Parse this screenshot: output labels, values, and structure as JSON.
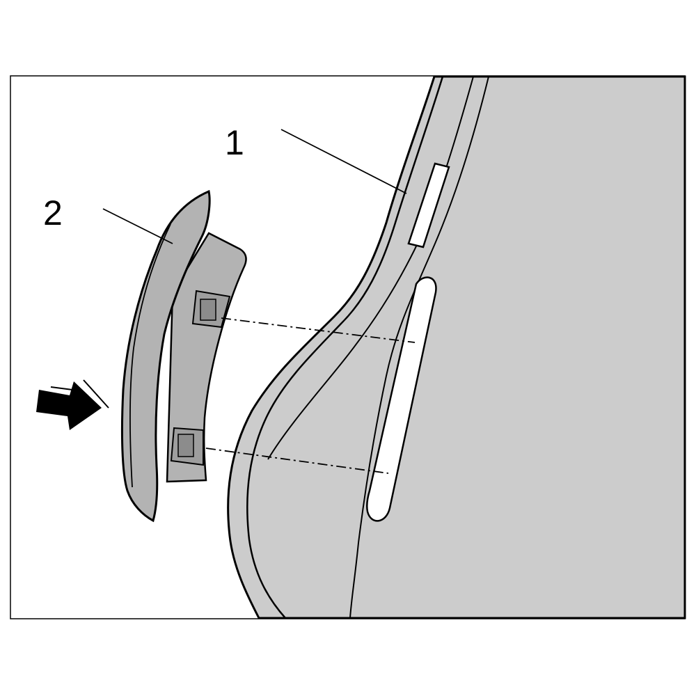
{
  "diagram": {
    "callouts": [
      {
        "id": "1",
        "label": "1",
        "target": "slot-on-panel"
      },
      {
        "id": "2",
        "label": "2",
        "target": "clip-cover"
      }
    ],
    "arrow": {
      "direction": "right",
      "icon": "push-arrow-icon"
    },
    "colors": {
      "line": "#000000",
      "panel_fill": "#cccccc",
      "part_fill": "#b3b3b3",
      "part_dark": "#9e9e9e",
      "background": "#ffffff"
    }
  }
}
